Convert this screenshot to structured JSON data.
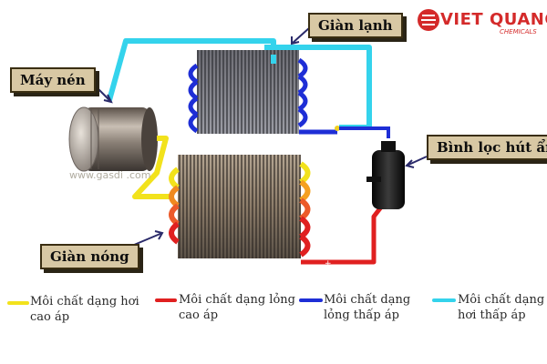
{
  "brand": {
    "name": "VIET QUANG",
    "tagline": "CHEMICALS",
    "color": "#d42a2a"
  },
  "watermark": "www.gasdi .com",
  "components": {
    "evaporator": "Giàn lạnh",
    "compressor": "Máy nén",
    "filter_drier": "Bình lọc hút ẩm",
    "condenser": "Giàn nóng"
  },
  "legend": [
    {
      "line1": "Môi chất dạng hơi",
      "line2": "cao áp",
      "color": "#f2e21c",
      "icon": "yellow-line"
    },
    {
      "line1": "Môi chất dạng lỏng",
      "line2": "cao áp",
      "color": "#e02020",
      "icon": "red-line"
    },
    {
      "line1": "Môi chất dạng",
      "line2": "lỏng thấp áp",
      "color": "#1e2ed6",
      "icon": "blue-line"
    },
    {
      "line1": "Môi chất dạng",
      "line2": "hơi thấp áp",
      "color": "#34d3ec",
      "icon": "cyan-line"
    }
  ],
  "pipe_colors": {
    "low_pressure_vapor": "#34d3ec",
    "high_pressure_vapor": "#f2e21c",
    "high_pressure_liquid": "#e02020",
    "low_pressure_liquid": "#1e2ed6"
  }
}
